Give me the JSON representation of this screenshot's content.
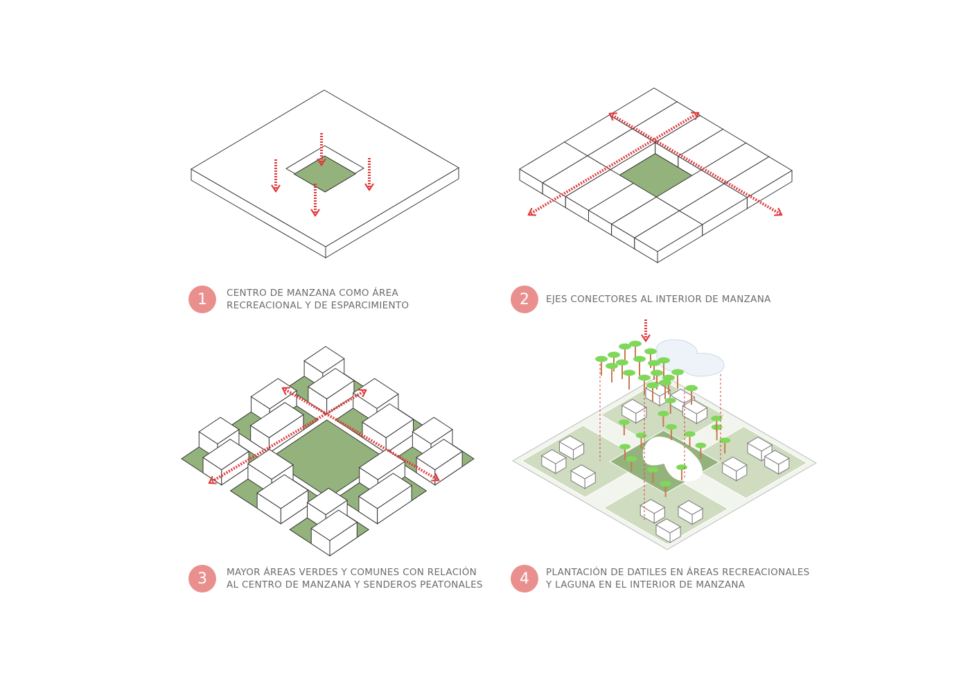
{
  "colors": {
    "accent_circle": "#e9908e",
    "arrow_red": "#e0393b",
    "green_dark": "#94b37c",
    "green_light": "#cfdcbf",
    "palm_green": "#7fd85a",
    "text_gray": "#6b6b6b",
    "line": "#333333"
  },
  "steps": [
    {
      "number": "1",
      "lines": [
        "CENTRO DE MANZANA COMO ÁREA",
        "RECREACIONAL Y DE ESPARCIMIENTO"
      ]
    },
    {
      "number": "2",
      "lines": [
        "EJES CONECTORES AL INTERIOR DE MANZANA"
      ]
    },
    {
      "number": "3",
      "lines": [
        "MAYOR ÁREAS VERDES Y COMUNES CON RELACIÓN",
        "AL CENTRO DE MANZANA Y SENDEROS PEATONALES"
      ]
    },
    {
      "number": "4",
      "lines": [
        "PLANTACIÓN DE DATILES EN ÁREAS RECREACIONALES",
        "Y LAGUNA EN EL INTERIOR DE MANZANA"
      ]
    }
  ]
}
